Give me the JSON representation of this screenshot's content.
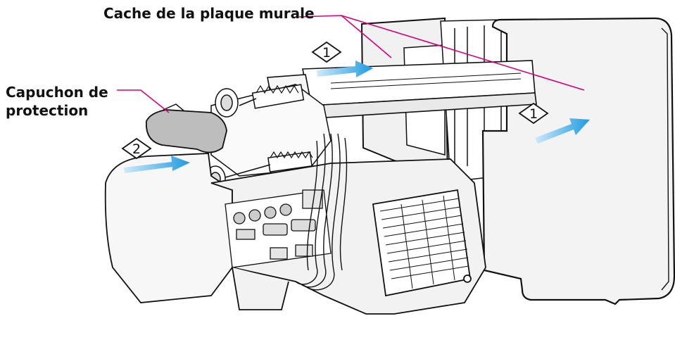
{
  "labels": {
    "wall_plate_cover": "Cache de la plaque murale",
    "protective_cap_line1": "Capuchon de",
    "protective_cap_line2": "protection"
  },
  "steps": {
    "one": "1",
    "two": "2"
  },
  "colors": {
    "leader_line": "#d6007e",
    "arrow": "#1e9be0",
    "outline": "#111111",
    "panel_fill": "#f3f3f3",
    "cap_fill": "#bdbdbd"
  }
}
